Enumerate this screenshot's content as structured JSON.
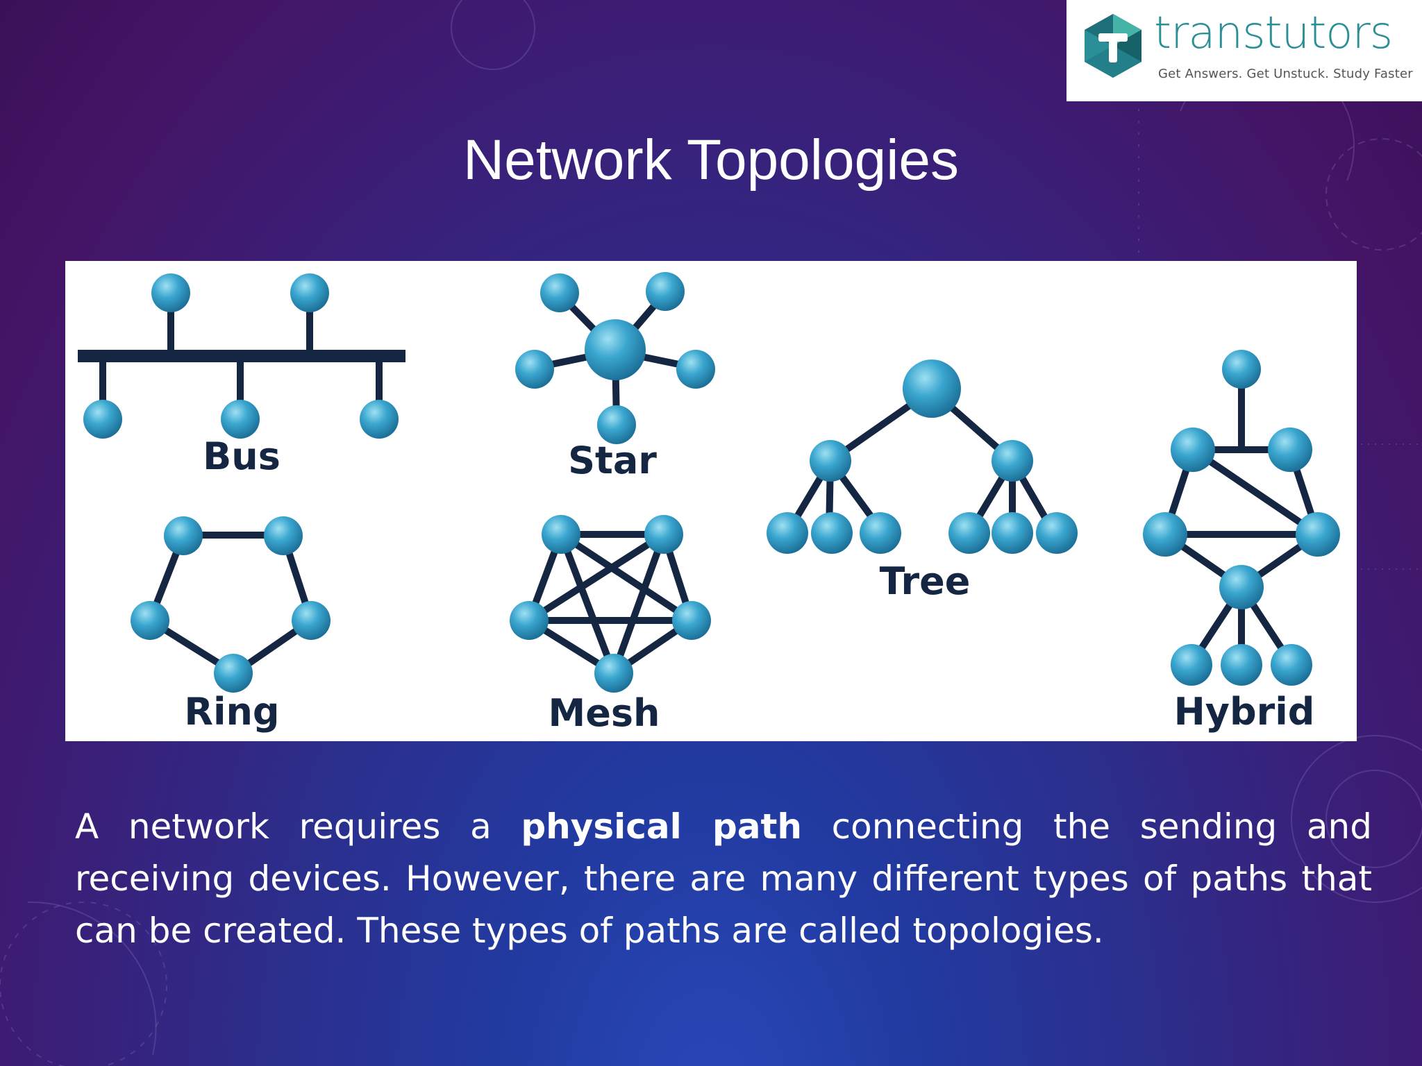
{
  "logo": {
    "name": "transtutors",
    "tagline": "Get Answers. Get Unstuck. Study Faster",
    "colors": {
      "teal": "#2a8f96",
      "dark_teal": "#1e6f79",
      "light": "#45b3a6"
    }
  },
  "slide": {
    "title": "Network Topologies"
  },
  "diagram": {
    "node_color": "#3aa6cf",
    "line_color": "#152642",
    "labels": {
      "bus": "Bus",
      "star": "Star",
      "tree": "Tree",
      "ring": "Ring",
      "mesh": "Mesh",
      "hybrid": "Hybrid"
    }
  },
  "body": {
    "part1": "A network requires a ",
    "bold": "physical path",
    "part2": " connecting the sending and receiving devices. However, there are many different types of paths that can be created. These types of paths are called topologies."
  }
}
